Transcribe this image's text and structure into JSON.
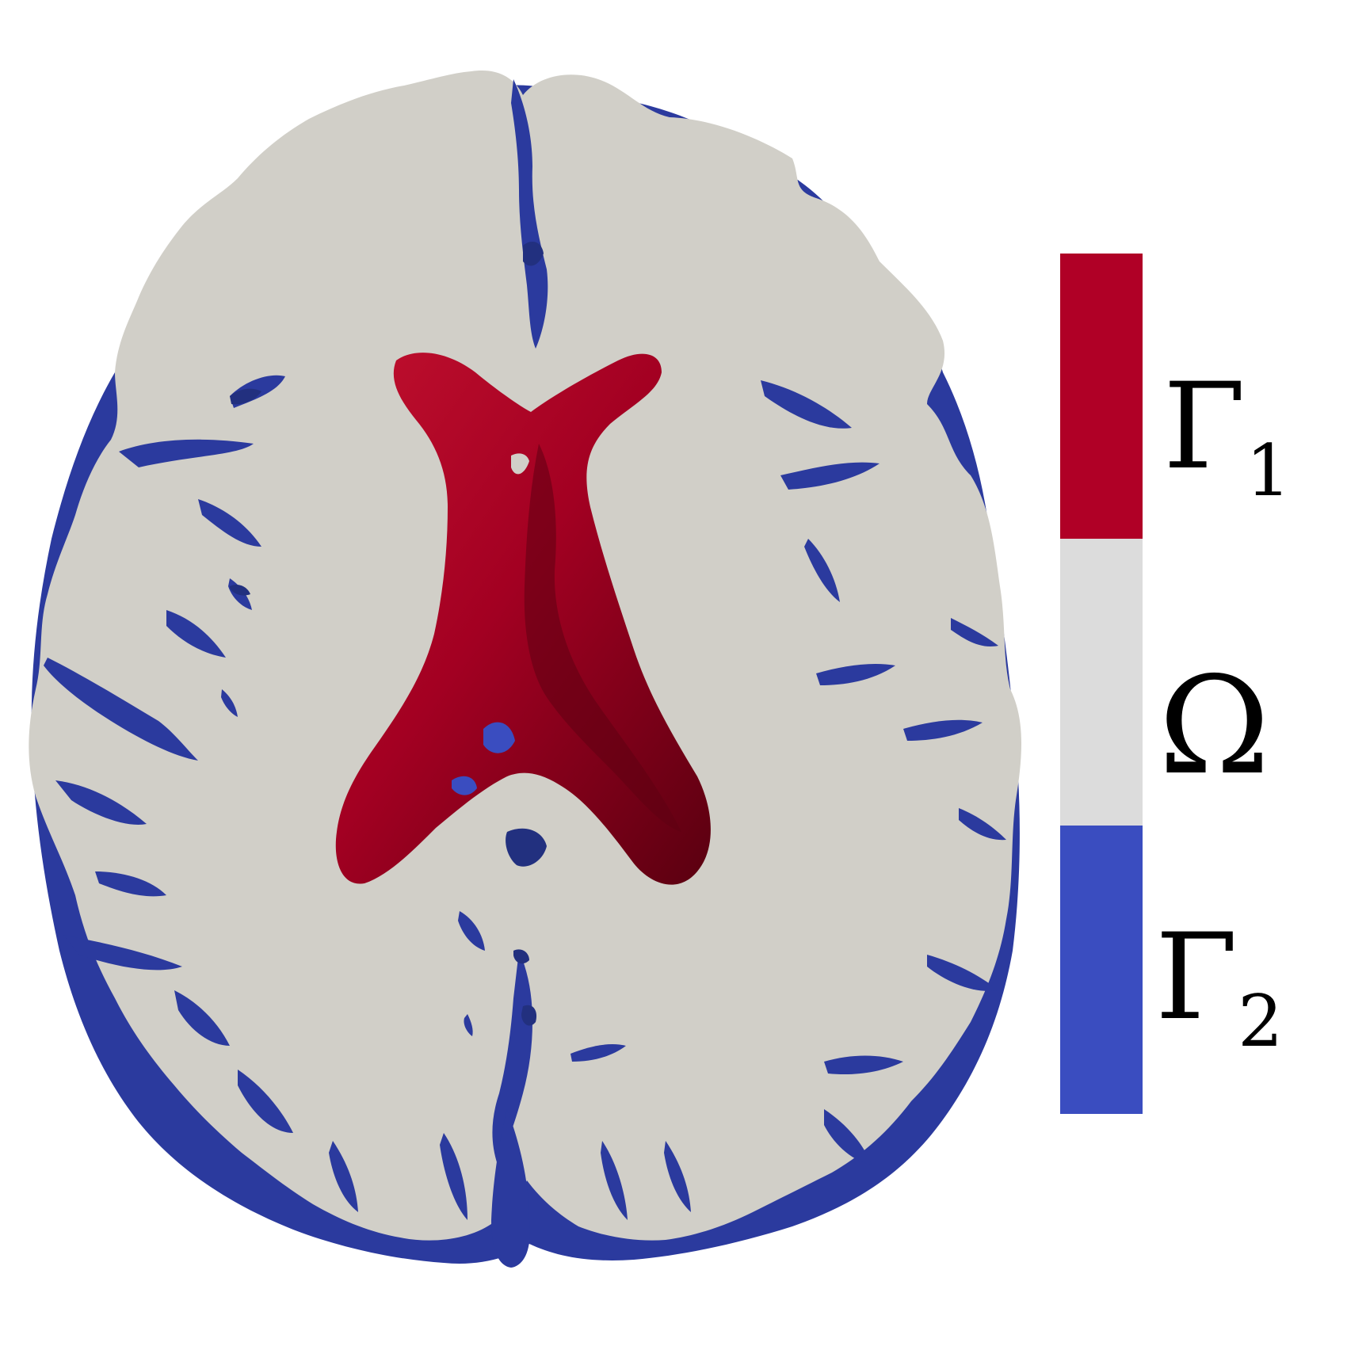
{
  "colors": {
    "gamma1": "#b00026",
    "gamma1_dark": "#5e0012",
    "omega": "#dcdcdc",
    "omega_tissue": "#d1cfc8",
    "gamma2": "#3a4dc0",
    "gamma2_dark": "#22307f",
    "gamma2_deep": "#172368"
  },
  "legend": {
    "entries": [
      {
        "symbol": "Γ",
        "subscript": "1",
        "color_key": "gamma1"
      },
      {
        "symbol": "Ω",
        "subscript": "",
        "color_key": "omega"
      },
      {
        "symbol": "Γ",
        "subscript": "2",
        "color_key": "gamma2"
      }
    ]
  }
}
